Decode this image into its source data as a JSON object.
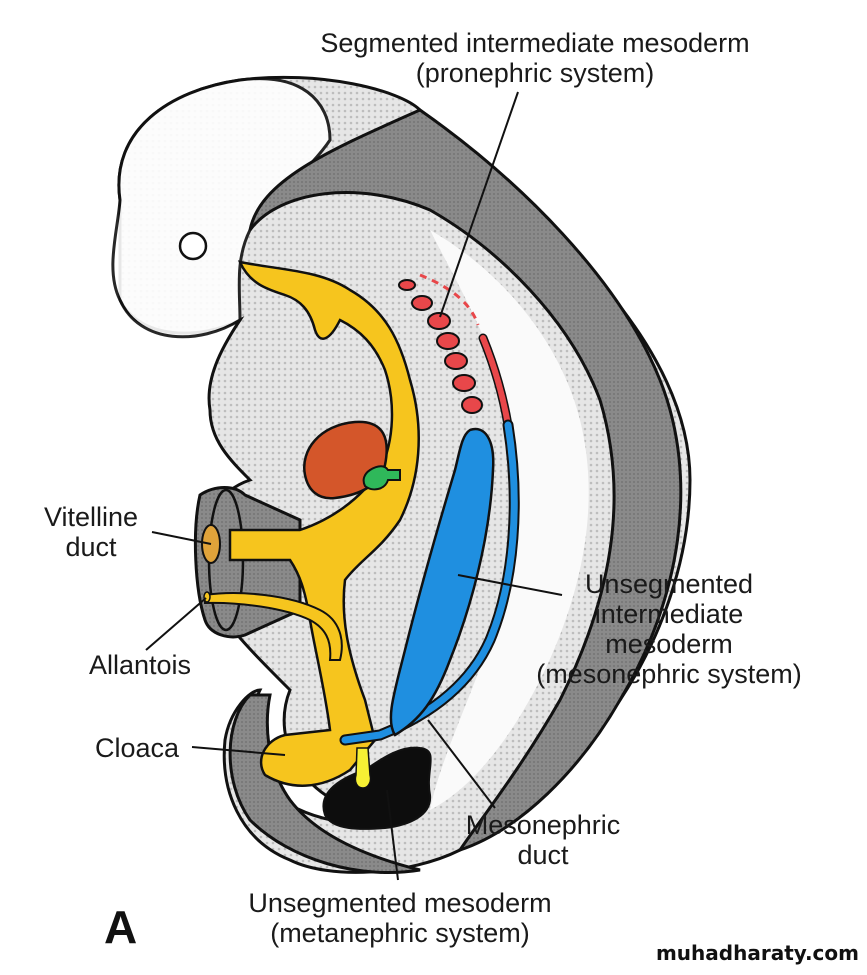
{
  "figure": {
    "panel_letter": "A",
    "watermark": "muhadharaty.com",
    "colors": {
      "endoderm_yellow": "#f6c51e",
      "pronephric_red": "#e8474a",
      "mesonephric_blue": "#1f8fe0",
      "metanephric_black": "#0d0d0d",
      "heart_orange": "#d4562a",
      "liver_green": "#2fb85a",
      "tissue_gray": "#8c8c8c",
      "outline": "#111111"
    }
  },
  "labels": {
    "pronephric": {
      "line1": "Segmented intermediate mesoderm",
      "line2": "(pronephric system)"
    },
    "vitelline": {
      "line1": "Vitelline",
      "line2": "duct"
    },
    "allantois": {
      "line1": "Allantois"
    },
    "cloaca": {
      "line1": "Cloaca"
    },
    "mesonephric_system": {
      "line1": "Unsegmented",
      "line2": "intermediate",
      "line3": "mesoderm",
      "line4": "(mesonephric system)"
    },
    "mesonephric_duct": {
      "line1": "Mesonephric",
      "line2": "duct"
    },
    "metanephric": {
      "line1": "Unsegmented mesoderm",
      "line2": "(metanephric system)"
    }
  }
}
